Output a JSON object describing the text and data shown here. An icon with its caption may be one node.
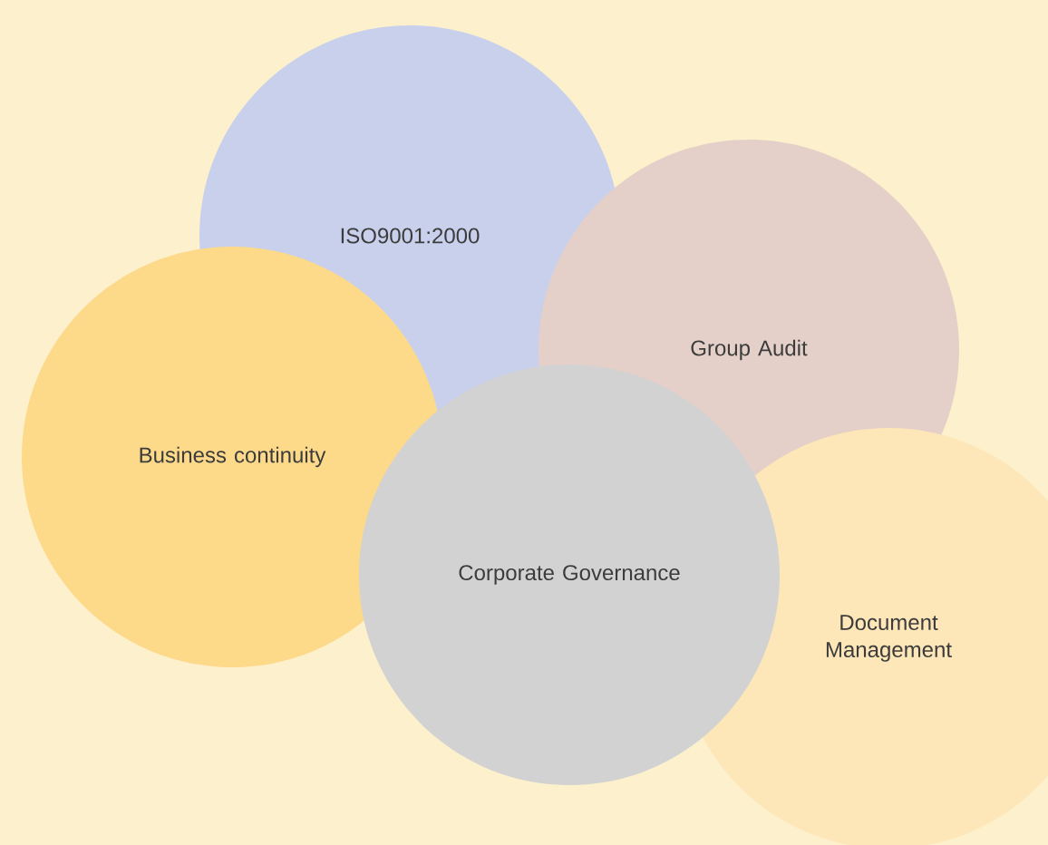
{
  "diagram": {
    "nodes": [
      {
        "text": [
          "ISO9001:2000"
        ]
      },
      {
        "text": [
          "Group Audit"
        ]
      },
      {
        "text": [
          "Business continuity"
        ]
      },
      {
        "text": [
          "Document Management"
        ]
      },
      {
        "text": [
          "Corporate Governance"
        ]
      }
    ]
  }
}
